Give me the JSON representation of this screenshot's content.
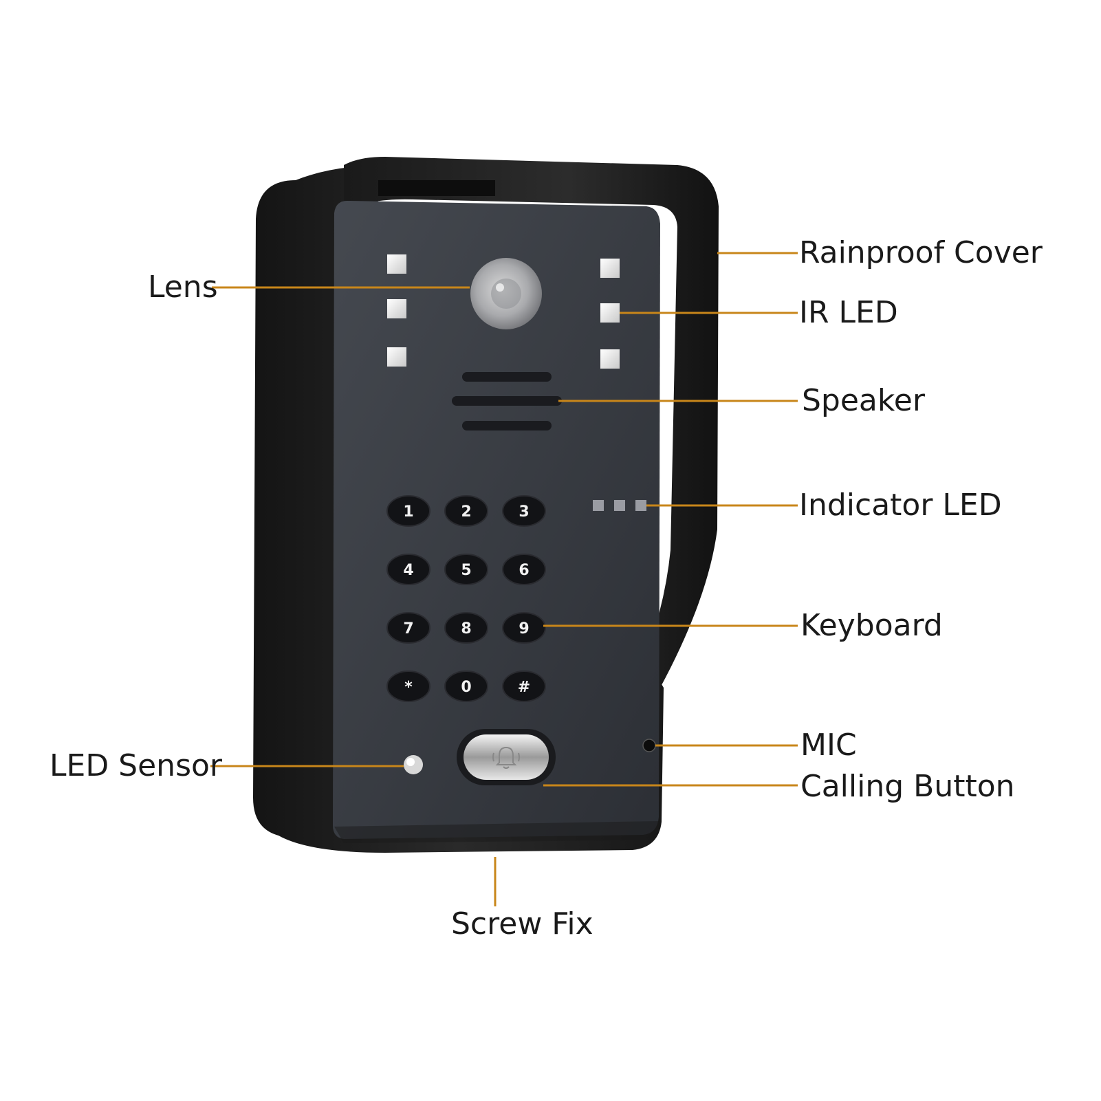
{
  "colors": {
    "leader": "#c8861a",
    "housing": "#1e1e1e",
    "panel": "#3c3f46",
    "text": "#1a1a1a"
  },
  "labels": {
    "lens": "Lens",
    "rainproof_cover": "Rainproof Cover",
    "ir_led": "IR LED",
    "speaker": "Speaker",
    "indicator_led": "Indicator LED",
    "keyboard": "Keyboard",
    "mic": "MIC",
    "calling_button": "Calling Button",
    "led_sensor": "LED Sensor",
    "screw_fix": "Screw Fix"
  },
  "keypad": {
    "keys": [
      "1",
      "2",
      "3",
      "4",
      "5",
      "6",
      "7",
      "8",
      "9",
      "*",
      "0",
      "#"
    ]
  },
  "icons": {
    "calling_button": "bell-icon"
  }
}
